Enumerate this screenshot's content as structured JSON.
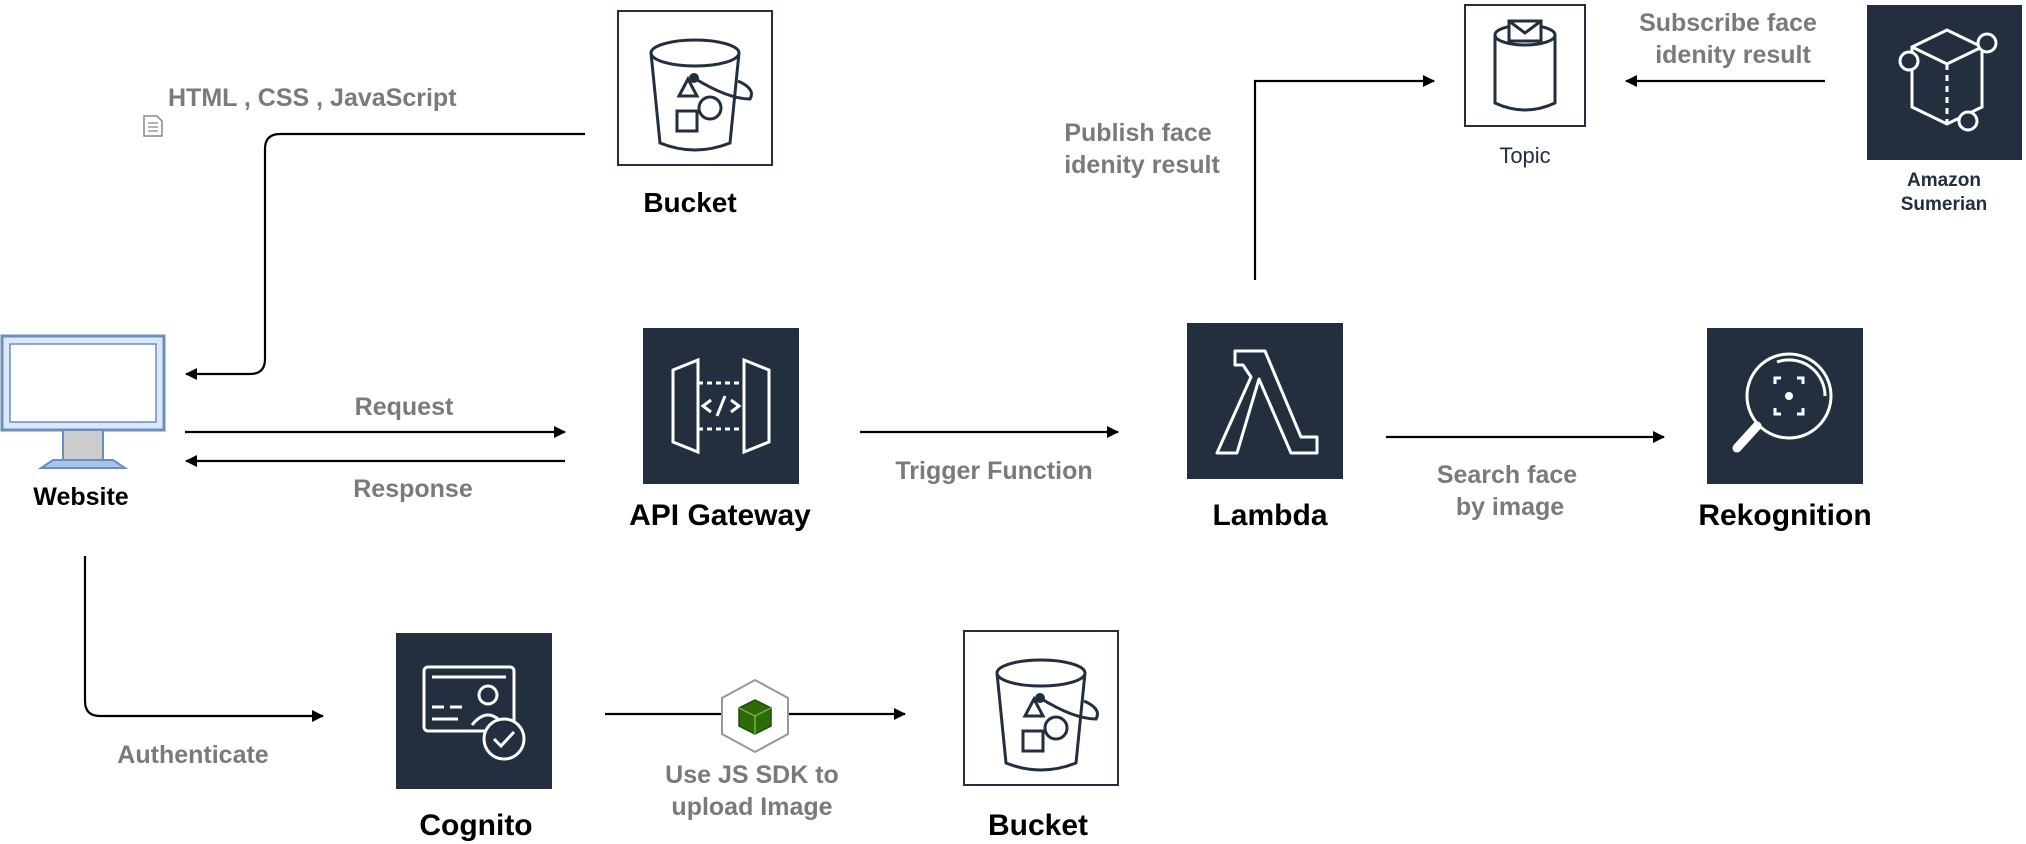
{
  "nodes": {
    "website": "Website",
    "bucket_top": "Bucket",
    "api_gateway": "API Gateway",
    "lambda": "Lambda",
    "rekognition": "Rekognition",
    "topic": "Topic",
    "sumerian_line1": "Amazon",
    "sumerian_line2": "Sumerian",
    "cognito": "Cognito",
    "bucket_bottom": "Bucket"
  },
  "edges": {
    "static_files": "HTML , CSS , JavaScript",
    "request": "Request",
    "response": "Response",
    "trigger": "Trigger Function",
    "search_line1": "Search face",
    "search_line2": "by image",
    "publish_line1": "Publish face",
    "publish_line2": "idenity result",
    "subscribe_line1": "Subscribe face",
    "subscribe_line2": "idenity result",
    "authenticate": "Authenticate",
    "upload_line1": "Use JS SDK to",
    "upload_line2": "upload Image"
  },
  "colors": {
    "aws_dark": "#232f3e",
    "edge_label": "#7a7a7a",
    "monitor": "#6c8ebf",
    "sdk_green": "#2d6a0a"
  }
}
